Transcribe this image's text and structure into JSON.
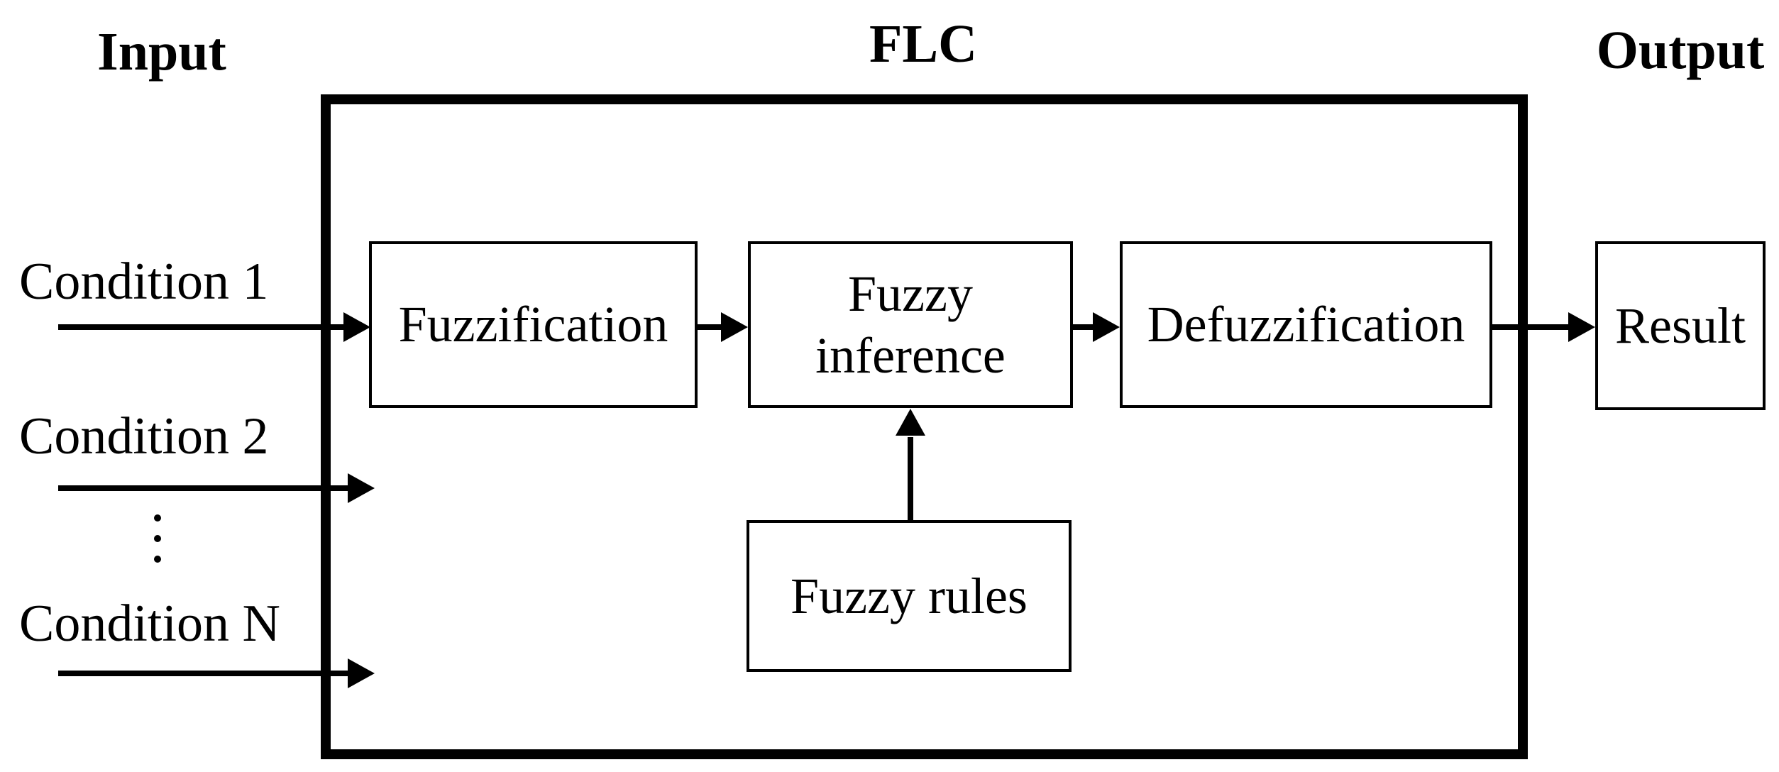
{
  "title_row": {
    "input": "Input",
    "flc": "FLC",
    "output": "Output"
  },
  "boxes": {
    "fuzzification": "Fuzzification",
    "fuzzy_inference": "Fuzzy inference",
    "defuzzification": "Defuzzification",
    "fuzzy_rules": "Fuzzy rules",
    "result": "Result"
  },
  "conditions": {
    "c1": "Condition 1",
    "c2": "Condition 2",
    "cn": "Condition N"
  },
  "icons": {
    "ellipsis": "vertical-ellipsis-icon"
  },
  "colors": {
    "ink": "#000000",
    "background": "#ffffff"
  }
}
